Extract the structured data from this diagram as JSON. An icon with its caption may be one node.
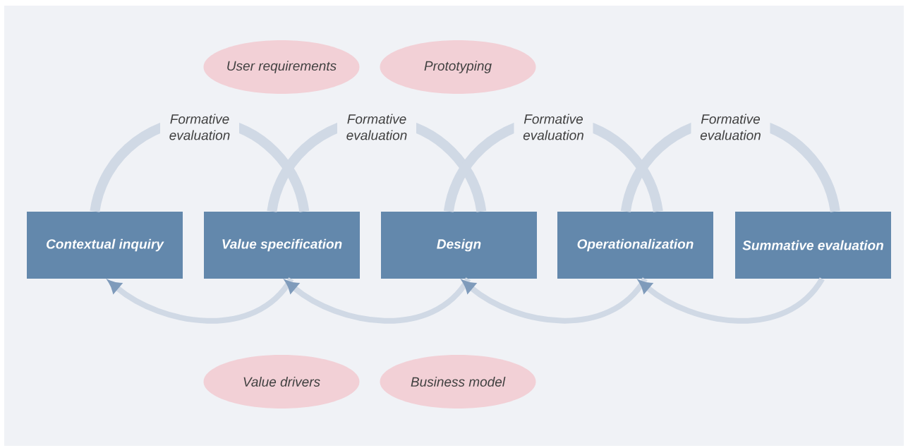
{
  "diagram": {
    "nodes": [
      {
        "text": [
          "Contextual inquiry"
        ]
      },
      {
        "text": [
          "Value specification"
        ]
      },
      {
        "text": [
          "Design"
        ]
      },
      {
        "text": [
          "Operationalization"
        ]
      },
      {
        "text": [
          "Summative evaluation"
        ]
      },
      {
        "text": [
          "User requirements"
        ]
      },
      {
        "text": [
          "Prototyping"
        ]
      },
      {
        "text": [
          "Value drivers"
        ]
      },
      {
        "text": [
          "Business model"
        ]
      }
    ],
    "edges": [
      {
        "from": 0,
        "to": 1,
        "arrow": "none",
        "label": "Formative evaluation"
      },
      {
        "from": 1,
        "to": 0,
        "arrow": "to"
      },
      {
        "from": 1,
        "to": 2,
        "arrow": "none",
        "label": "Formative evaluation"
      },
      {
        "from": 2,
        "to": 1,
        "arrow": "to"
      },
      {
        "from": 2,
        "to": 3,
        "arrow": "none",
        "label": "Formative evaluation"
      },
      {
        "from": 3,
        "to": 2,
        "arrow": "to"
      },
      {
        "from": 3,
        "to": 4,
        "arrow": "none",
        "label": "Formative evaluation"
      },
      {
        "from": 4,
        "to": 3,
        "arrow": "to"
      }
    ]
  }
}
